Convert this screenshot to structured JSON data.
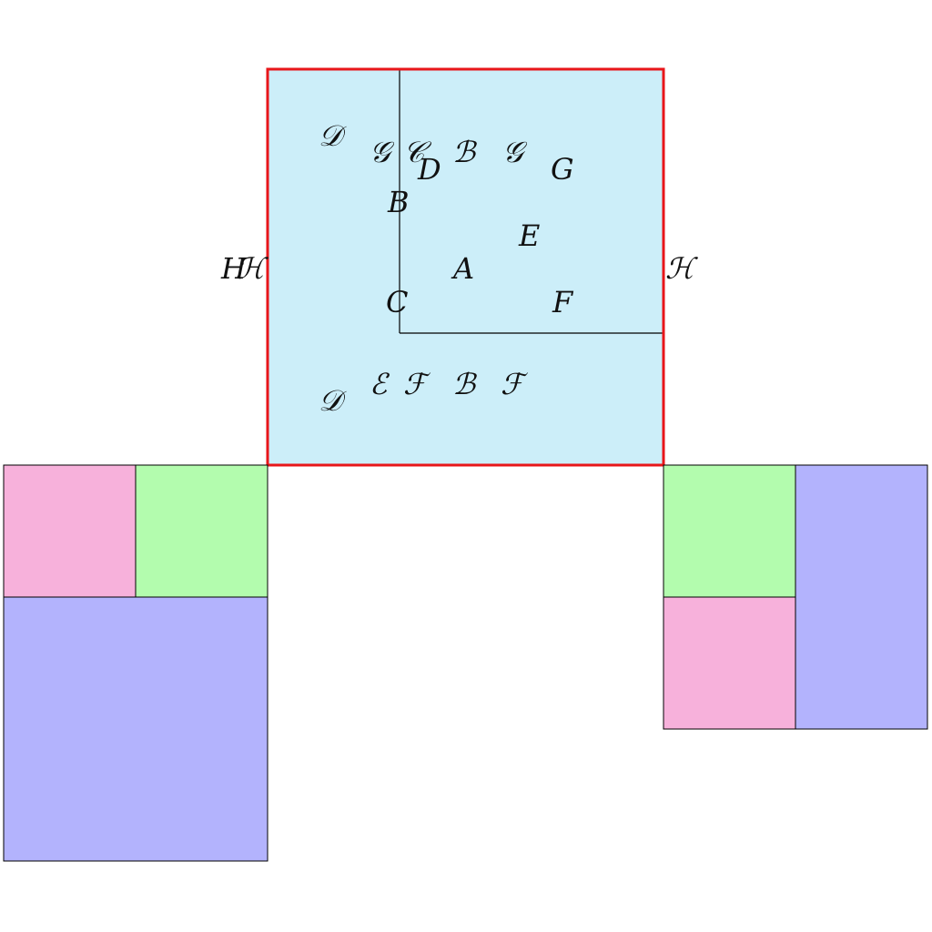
{
  "colors": {
    "main_fill": "#cceef9",
    "main_border": "#e8161a",
    "pink": "#f7b1db",
    "green": "#b3fcae",
    "blue": "#b3b3fd",
    "line": "#000000"
  },
  "labels": {
    "top_left_D": "𝒟",
    "g_left": "𝒢",
    "c_cal": "𝒞",
    "d_plain": "D",
    "b_cal_top": "ℬ",
    "g_cal_right": "𝒢",
    "g_plain": "G",
    "b_plain": "B",
    "e_plain": "E",
    "a_plain": "A",
    "c_plain": "C",
    "f_plain": "F",
    "bottom_D": "𝒟",
    "e_cal": "ℰ",
    "f_cal_left": "ℱ",
    "b_cal_bottom": "ℬ",
    "f_cal_right": "ℱ",
    "h_plain_left": "H",
    "h_cal_left": "ℋ",
    "h_cal_right": "ℋ"
  }
}
